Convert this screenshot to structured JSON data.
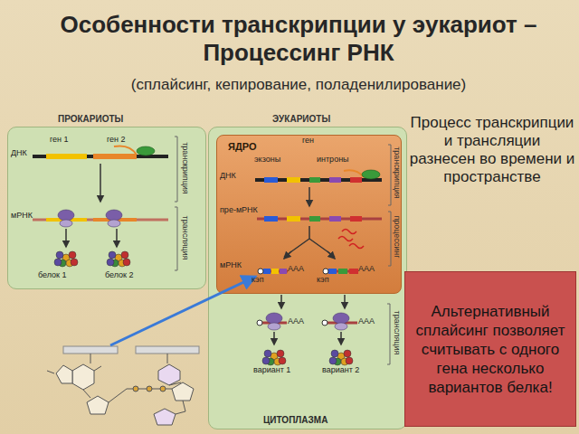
{
  "diagram": {
    "title": "Особенности транскрипции у эукариот – Процессинг РНК",
    "nodes": [
      {
        "text": [
          "ПРОКАРИОТЫ"
        ]
      },
      {
        "text": [
          "ЭУКАРИОТЫ",
          "ЦИТОПЛАЗМА"
        ]
      },
      {
        "text": [
          "ЯДРО"
        ],
        "in": 1
      },
      {
        "text": [
          "Альтернативный сплайсинг позволяет считывать с одного гена несколько вариантов белка!"
        ]
      }
    ],
    "labels": [
      "(сплайсинг, кепирование, поладенилирование)",
      "ген 1",
      "ген 2",
      "ДНК",
      "мРНК",
      "белок 1",
      "белок 2",
      "транскрипция",
      "трансляция",
      "ген",
      "экзоны",
      "интроны",
      "ДНК",
      "пре-мРНК",
      "мРНК",
      "кэп",
      "AAA",
      "кэп",
      "AAA",
      "AAA",
      "AAA",
      "вариант 1",
      "вариант 2",
      "транскрипция",
      "процессинг",
      "трансляция",
      "Процесс транскрипции и трансляции разнесен во времени и пространстве"
    ]
  }
}
